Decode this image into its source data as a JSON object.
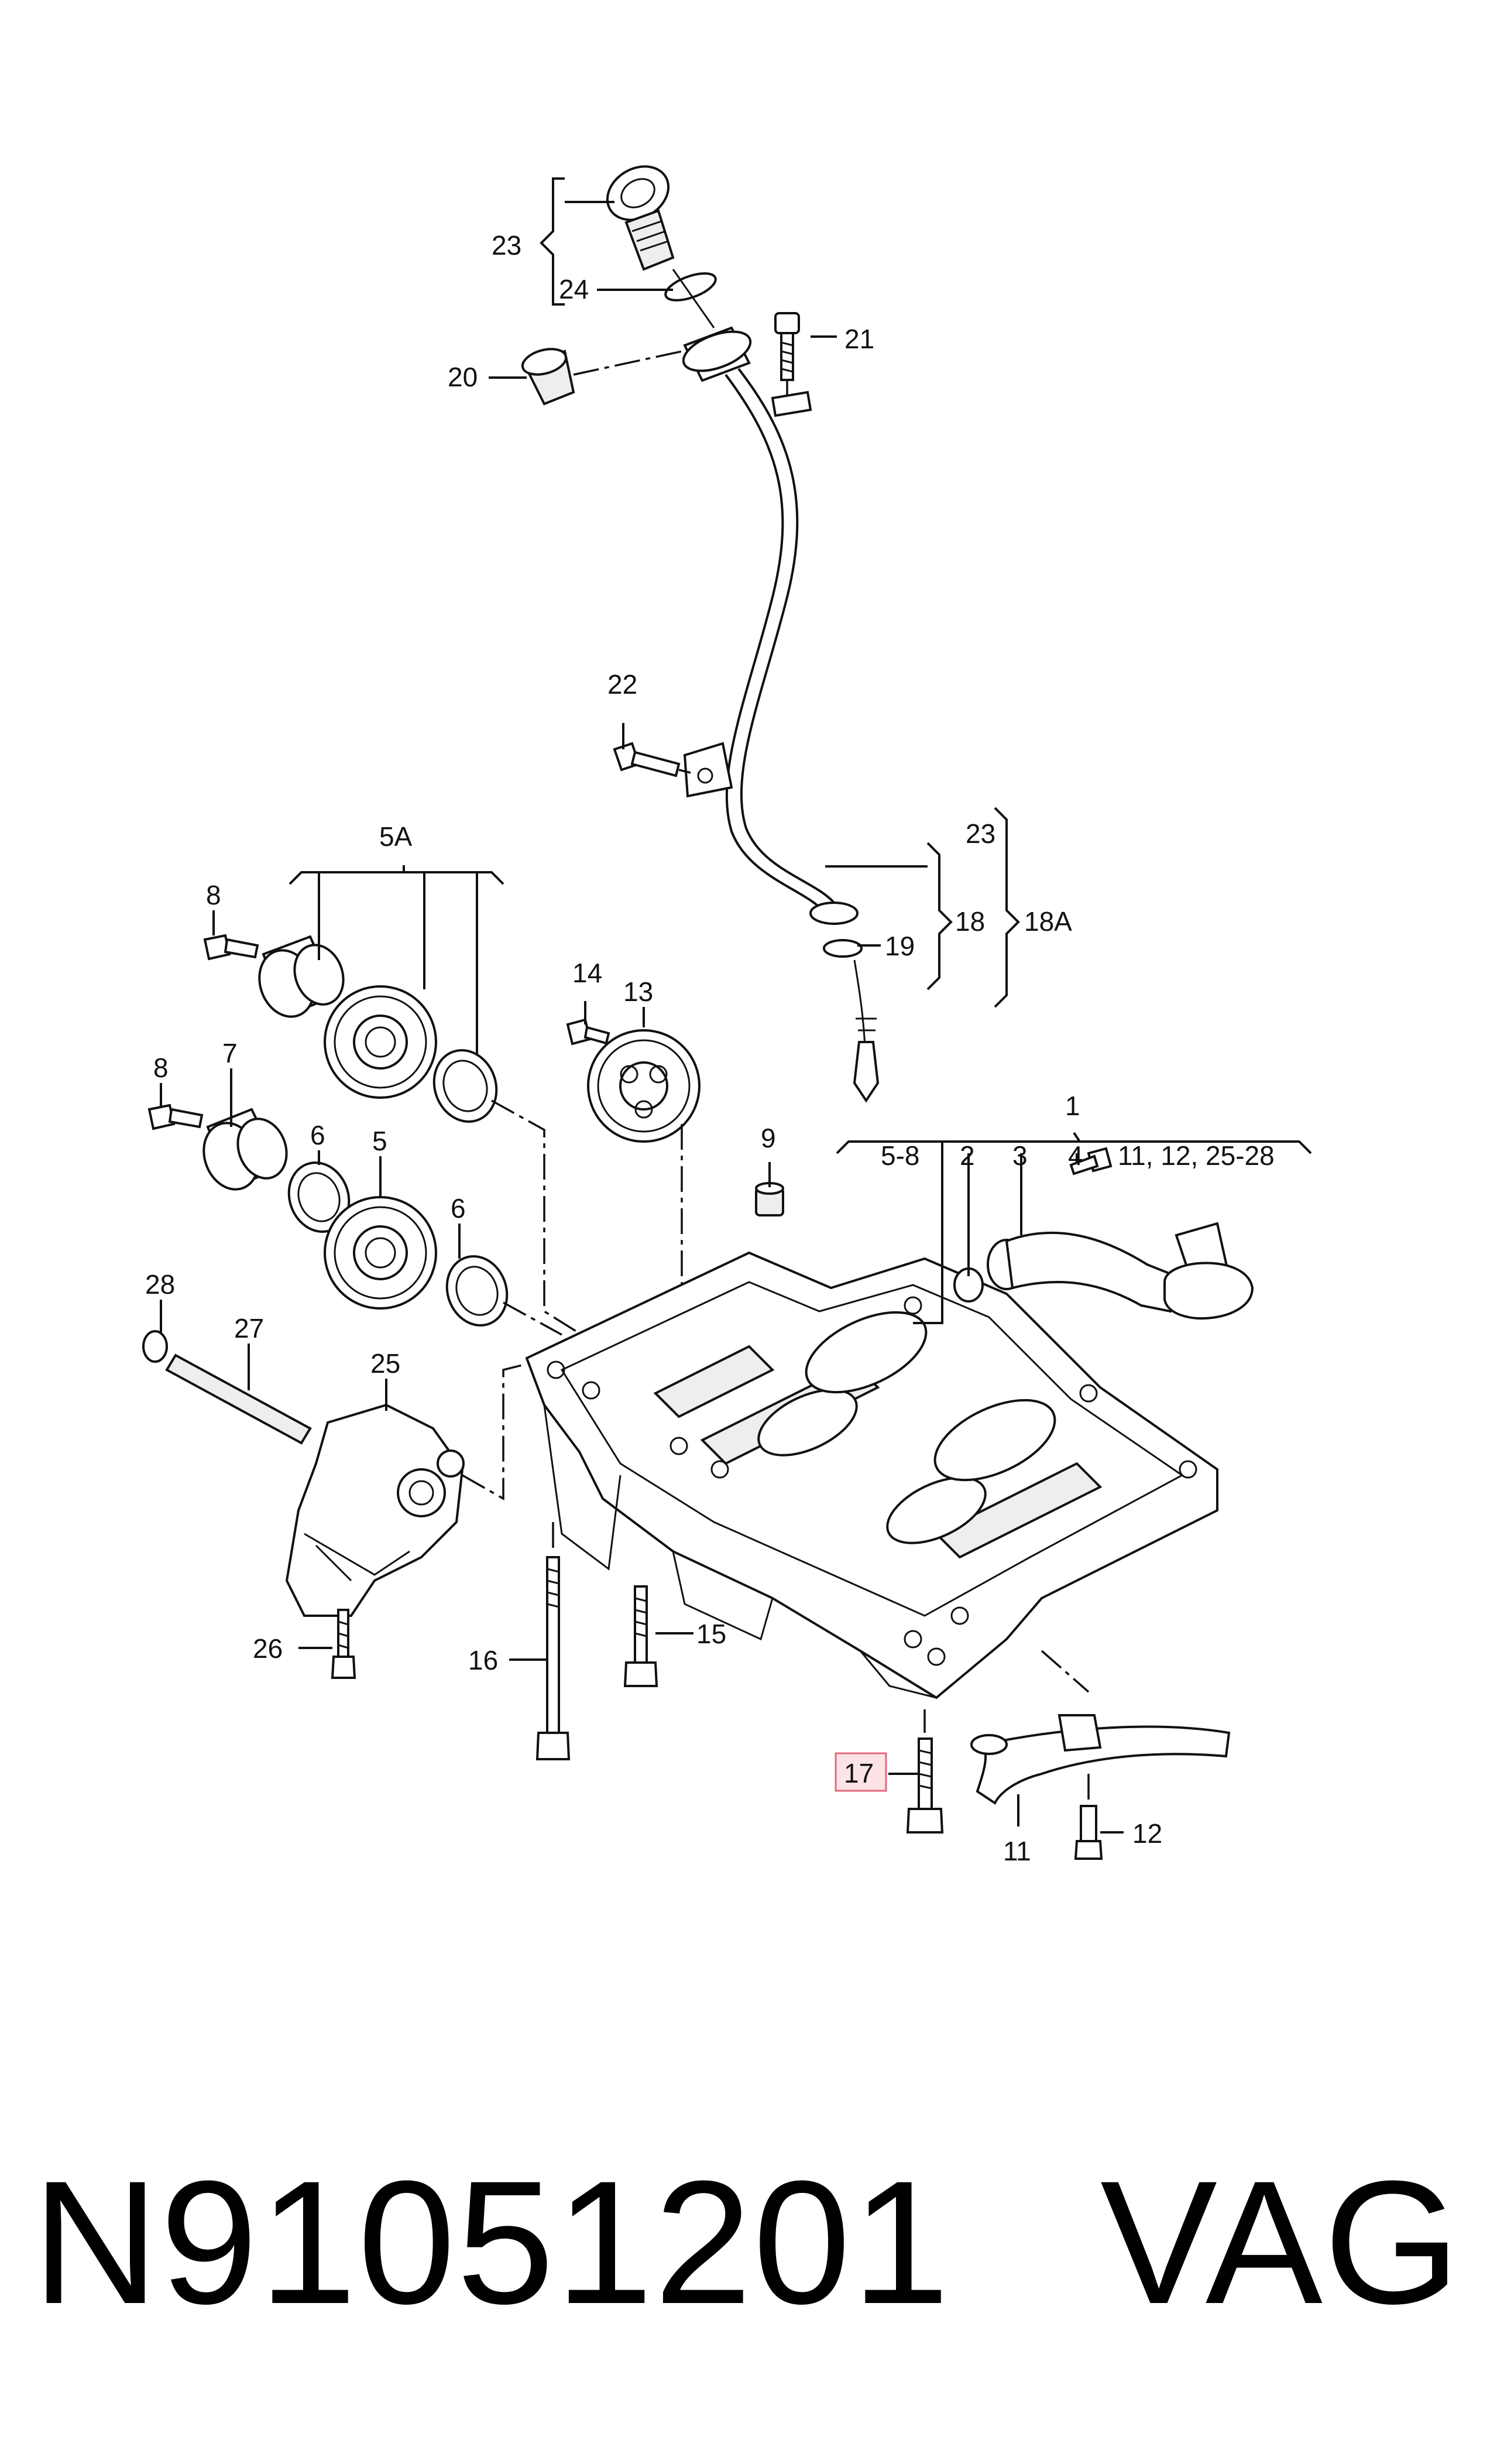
{
  "callouts": {
    "c1": "1",
    "c2": "2",
    "c3": "3",
    "c4": "4",
    "c5": "5",
    "c5A": "5A",
    "c5_8": "5-8",
    "c6a": "6",
    "c6b": "6",
    "c7": "7",
    "c8a": "8",
    "c8b": "8",
    "c9": "9",
    "c11": "11",
    "c11_12": "11, 12, 25-28",
    "c12": "12",
    "c13": "13",
    "c14": "14",
    "c15": "15",
    "c16": "16",
    "c17": "17",
    "c18": "18",
    "c18A": "18A",
    "c19": "19",
    "c20": "20",
    "c21": "21",
    "c22": "22",
    "c23a": "23",
    "c23b": "23",
    "c24": "24",
    "c25": "25",
    "c26": "26",
    "c27": "27",
    "c28": "28"
  },
  "highlighted_callout": "17",
  "highlight_color": "#e06a78",
  "footer": {
    "part_number": "N91051201",
    "brand": "VAG"
  }
}
